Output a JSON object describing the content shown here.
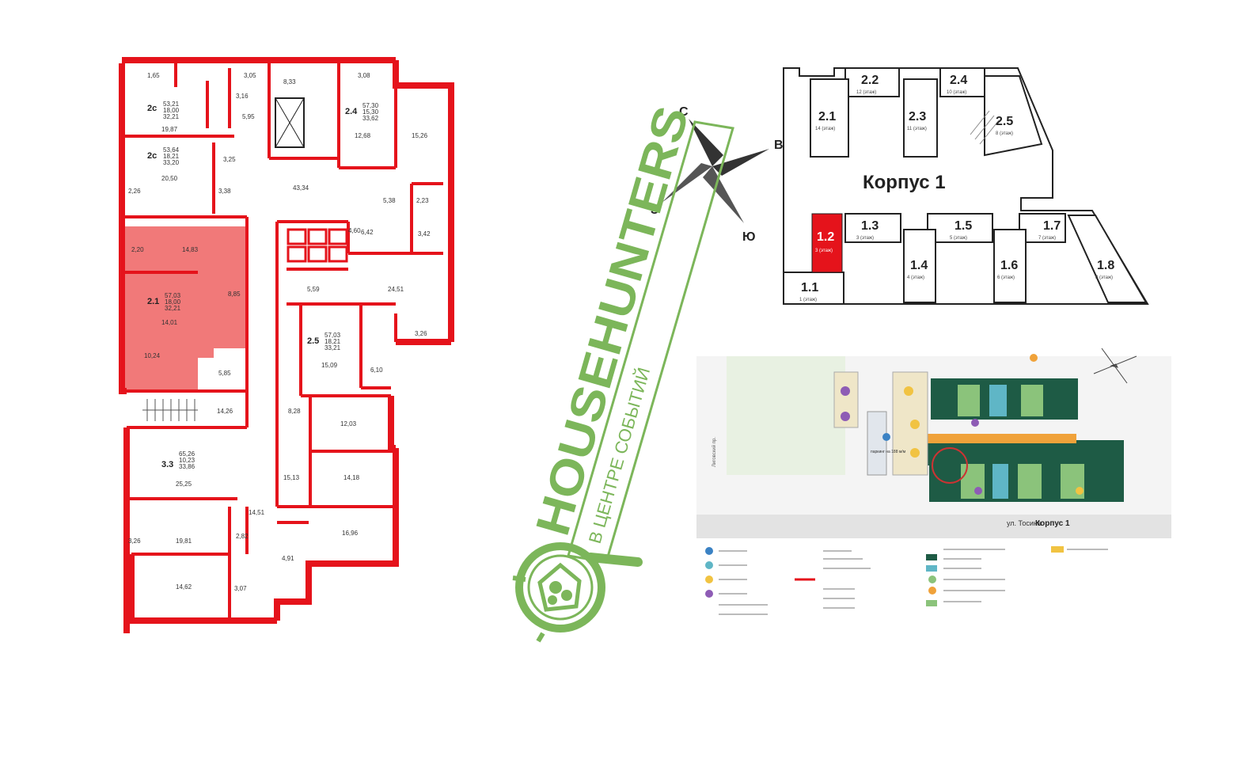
{
  "floor_plan": {
    "rooms": {
      "r_1_65": "1,65",
      "r_3_05": "3,05",
      "r_2c_a": "2с",
      "r_2c_a_vals": [
        "53,21",
        "18,00",
        "32,21"
      ],
      "r_19_87": "19,87",
      "r_3_16": "3,16",
      "r_5_95": "5,95",
      "r_2c_b": "2с",
      "r_2c_b_vals": [
        "53,64",
        "18,21",
        "33,20"
      ],
      "r_3_25": "3,25",
      "r_20_50": "20,50",
      "r_2_26": "2,26",
      "r_3_38": "3,38",
      "r_8_33": "8,33",
      "r_3_08": "3,08",
      "r_2_4": "2.4",
      "r_2_4_vals": [
        "57,30",
        "15,30",
        "33,62"
      ],
      "r_12_68": "12,68",
      "r_15_26": "15,26",
      "r_43_34": "43,34",
      "r_5_38": "5,38",
      "r_2_23": "2,23",
      "r_6_42": "6,42",
      "r_3_42": "3,42",
      "r_4_60": "4,60",
      "r_2_20": "2,20",
      "r_14_83": "14,83",
      "r_2_1": "2.1",
      "r_2_1_vals": [
        "57,03",
        "18,00",
        "32,21"
      ],
      "r_8_85": "8,85",
      "r_14_01": "14,01",
      "r_10_24": "10,24",
      "r_5_59": "5,59",
      "r_24_51": "24,51",
      "r_3_26": "3,26",
      "r_2_5": "2.5",
      "r_2_5_vals": [
        "57,03",
        "18,21",
        "33,21"
      ],
      "r_15_09": "15,09",
      "r_5_85": "5,85",
      "r_6_10": "6,10",
      "r_14_26": "14,26",
      "r_8_28": "8,28",
      "r_12_03": "12,03",
      "r_3_3": "3.3",
      "r_3_3_vals": [
        "65,26",
        "10,23",
        "33,86"
      ],
      "r_25_25": "25,25",
      "r_15_13": "15,13",
      "r_14_18": "14,18",
      "r_14_51": "14,51",
      "r_3_26b": "3,26",
      "r_19_81": "19,81",
      "r_2_82": "2,82",
      "r_16_96": "16,96",
      "r_4_91": "4,91",
      "r_14_62": "14,62",
      "r_3_07": "3,07"
    }
  },
  "compass": {
    "north": "С",
    "east": "В",
    "west": "З",
    "south": "Ю"
  },
  "section_plan": {
    "building_title": "Корпус 1",
    "sections": [
      {
        "num": "2.2",
        "floors": "12 (этаж)"
      },
      {
        "num": "2.4",
        "floors": "10 (этаж)"
      },
      {
        "num": "2.1",
        "floors": "14 (этаж)"
      },
      {
        "num": "2.3",
        "floors": "11 (этаж)"
      },
      {
        "num": "2.5",
        "floors": "8 (этаж)"
      },
      {
        "num": "1.2",
        "floors": "3 (этаж)",
        "highlighted": true
      },
      {
        "num": "1.3",
        "floors": "3 (этаж)"
      },
      {
        "num": "1.5",
        "floors": "5 (этаж)"
      },
      {
        "num": "1.7",
        "floors": "7 (этаж)"
      },
      {
        "num": "1.4",
        "floors": "4 (этаж)"
      },
      {
        "num": "1.6",
        "floors": "6 (этаж)"
      },
      {
        "num": "1.8",
        "floors": "8 (этаж)"
      },
      {
        "num": "1.1",
        "floors": "1 (этаж)"
      }
    ]
  },
  "watermark": {
    "brand": "HOUSEHUNTERS",
    "tagline": "В ЦЕНТРЕ СОБЫТИЙ"
  },
  "site_plan": {
    "street": "ул. Тосина",
    "building_label": "Корпус 1",
    "side_street": "Лиговский пр.",
    "parking": "паркинг на 188 м/м"
  },
  "colors": {
    "wall_red": "#e5131b",
    "highlight_red": "#f06a6a",
    "brand_green": "#7cb65a",
    "dark_green": "#1e5b45",
    "teal": "#5fb6c6",
    "yellow": "#f1c342",
    "orange": "#f0a23a"
  }
}
